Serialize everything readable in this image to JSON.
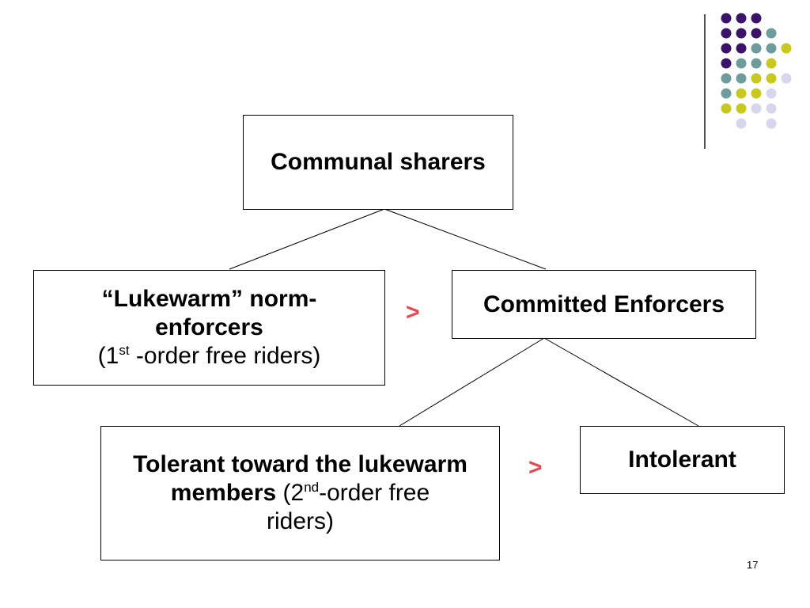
{
  "slide": {
    "page_number": "17",
    "accent_color": "#e8474f",
    "decoration_colors": [
      "#3b1369",
      "#6e9c9c",
      "#c8c81e",
      "#d6d6ec"
    ]
  },
  "nodes": {
    "root": {
      "label": "Communal sharers"
    },
    "lukewarm": {
      "line1": "“Lukewarm” norm-",
      "line2": "enforcers",
      "detail_prefix": "(1",
      "detail_sup": "st",
      "detail_suffix": " -order free riders)"
    },
    "committed": {
      "label": "Committed Enforcers"
    },
    "tolerant": {
      "bold_line1": "Tolerant toward the lukewarm",
      "bold_line2": "members",
      "detail_prefix": " (2",
      "detail_sup": "nd",
      "detail_suffix": "-order free",
      "detail_line3": "riders)"
    },
    "intolerant": {
      "label": "Intolerant"
    }
  },
  "comparisons": {
    "level1": ">",
    "level2": ">"
  },
  "edges": [
    {
      "from": "Communal sharers",
      "to": "“Lukewarm” norm-enforcers"
    },
    {
      "from": "Communal sharers",
      "to": "Committed Enforcers"
    },
    {
      "from": "Committed Enforcers",
      "to": "Tolerant toward the lukewarm members"
    },
    {
      "from": "Committed Enforcers",
      "to": "Intolerant"
    }
  ]
}
